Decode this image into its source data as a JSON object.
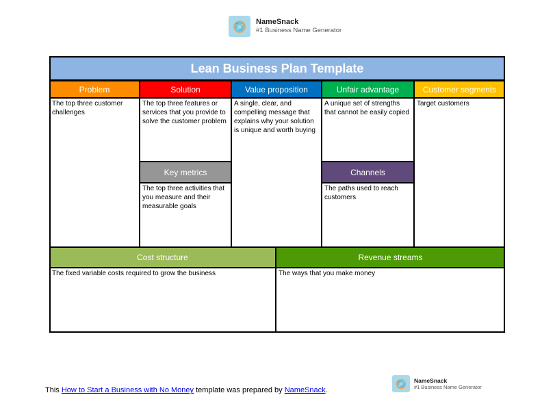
{
  "brand": {
    "name": "NameSnack",
    "tagline": "#1 Business Name Generator",
    "logo_icon": "donut-icon"
  },
  "canvas": {
    "title": "Lean Business Plan Template",
    "sections": {
      "problem": {
        "title": "Problem",
        "text": "The top three customer challenges",
        "color": "#ff8c00"
      },
      "solution": {
        "title": "Solution",
        "text": "The top three features or services that you provide to solve the customer problem",
        "color": "#ff0000"
      },
      "value_proposition": {
        "title": "Value proposition",
        "text": "A single, clear, and compelling message that explains why your solution is unique and worth buying",
        "color": "#0070c0"
      },
      "unfair_advantage": {
        "title": "Unfair advantage",
        "text": "A unique set of strengths that cannot be easily copied",
        "color": "#00b050"
      },
      "customer_segments": {
        "title": "Customer segments",
        "text": "Target customers",
        "color": "#ffc000"
      },
      "key_metrics": {
        "title": "Key metrics",
        "text": "The top three activities that you measure and their measurable goals",
        "color": "#969696"
      },
      "channels": {
        "title": "Channels",
        "text": "The paths used to reach customers",
        "color": "#604a7b"
      },
      "cost_structure": {
        "title": "Cost structure",
        "text": "The fixed variable costs required to grow the business",
        "color": "#9bbb59"
      },
      "revenue_streams": {
        "title": "Revenue streams",
        "text": "The ways that you make money",
        "color": "#4e9a06"
      }
    }
  },
  "footer": {
    "prefix": "This ",
    "link1": "How to Start a Business with No Money",
    "middle": " template was prepared by ",
    "link2": "NameSnack",
    "suffix": "."
  }
}
